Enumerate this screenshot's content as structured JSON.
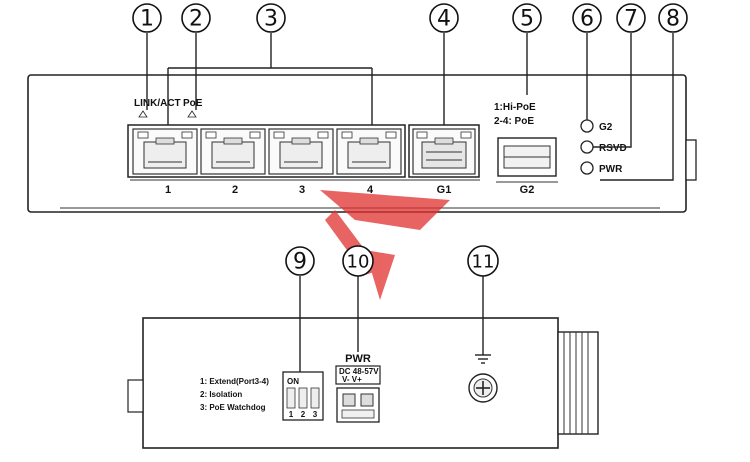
{
  "callouts": [
    "1",
    "2",
    "3",
    "4",
    "5",
    "6",
    "7",
    "8",
    "9",
    "10",
    "11"
  ],
  "front_panel": {
    "link_act_label": "LINK/ACT",
    "poe_label": "PoE",
    "rj45_ports": [
      "1",
      "2",
      "3",
      "4"
    ],
    "uplink_port": "G1",
    "sfp_port": "G2",
    "sfp_note_line1": "1:Hi-PoE",
    "sfp_note_line2": "2-4: PoE",
    "leds": [
      "G2",
      "RSVD",
      "PWR"
    ]
  },
  "top_panel": {
    "dip_legend": [
      "1:  Extend(Port3-4)",
      "2:  Isolation",
      "3:  PoE Watchdog"
    ],
    "dip_on_label": "ON",
    "dip_numbers": [
      "1",
      "2",
      "3"
    ],
    "pwr_label": "PWR",
    "terminal_rating": "DC 48-57V",
    "terminal_polarity": "V-  V+"
  },
  "colors": {
    "watermark": "#e0312f",
    "outline": "#222222"
  }
}
